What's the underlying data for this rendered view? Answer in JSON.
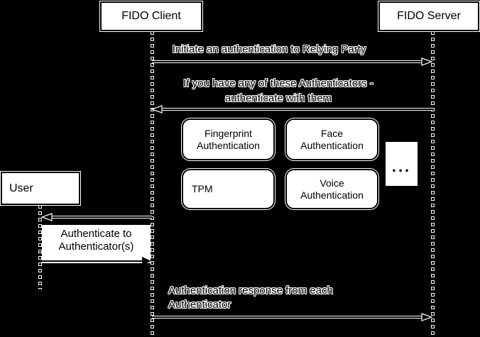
{
  "colors": {
    "background": "#000000",
    "halo": "#ffffff",
    "box_fill": "#ffffff",
    "box_border": "#000000",
    "text": "#000000"
  },
  "actors": {
    "client": "FIDO Client",
    "server": "FIDO Server",
    "user": "User"
  },
  "messages": {
    "initiate": "Initiate an authentication to Relying Party",
    "offer": "If you have any of these Authenticators - authenticate with them",
    "authenticate": "Authenticate to Authenticator(s)",
    "response": "Authentication response from each Authenticator"
  },
  "authenticators": {
    "fingerprint": "Fingerprint Authentication",
    "face": "Face Authentication",
    "tpm": "TPM",
    "voice": "Voice Authentication",
    "more": "..."
  }
}
